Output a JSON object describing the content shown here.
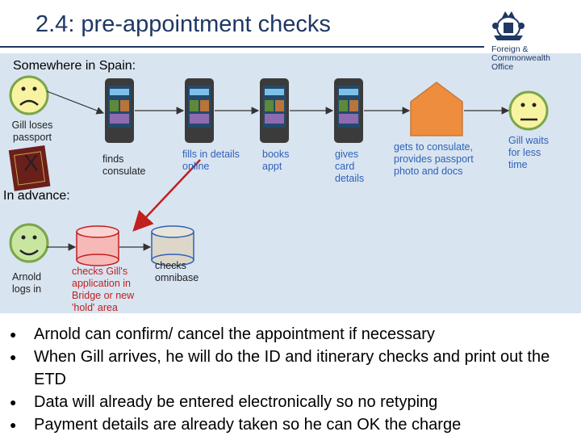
{
  "title": "2.4: pre-appointment checks",
  "logo": {
    "lines": [
      "Foreign &",
      "Commonwealth",
      "Office"
    ],
    "icon": "royal-crest-icon"
  },
  "section1": {
    "label": "Somewhere in Spain:",
    "steps": {
      "gill_loses": "Gill loses passport",
      "finds_consulate": "finds consulate",
      "fills_details": "fills in details online",
      "books_appt": "books appt",
      "gives_card": "gives card details",
      "gets_consulate": "gets to consulate, provides passport photo and docs",
      "gill_waits": "Gill waits for less time"
    },
    "passport_mark": "X"
  },
  "section2": {
    "label": "In advance:",
    "arnold": "Arnold logs in",
    "checks_bridge": "checks Gill's application in Bridge or new 'hold' area",
    "checks_omnibase": "checks omnibase"
  },
  "bullets": [
    "Arnold can confirm/ cancel the appointment if necessary",
    "When Gill arrives, he will do the ID and itinerary checks and print out the ETD",
    "Data will already be entered electronically so no retyping",
    "Payment details are already taken so he can OK the charge"
  ],
  "colors": {
    "band": "#d9e4f1",
    "title": "#1f3864",
    "sad_face": "#f8f3a0",
    "happy_face": "#c8e6a0",
    "house": "#ed8d3d",
    "db_red": "#f7b8b8",
    "db_gray": "#dcd7c8",
    "arrow": "#c0201e"
  }
}
